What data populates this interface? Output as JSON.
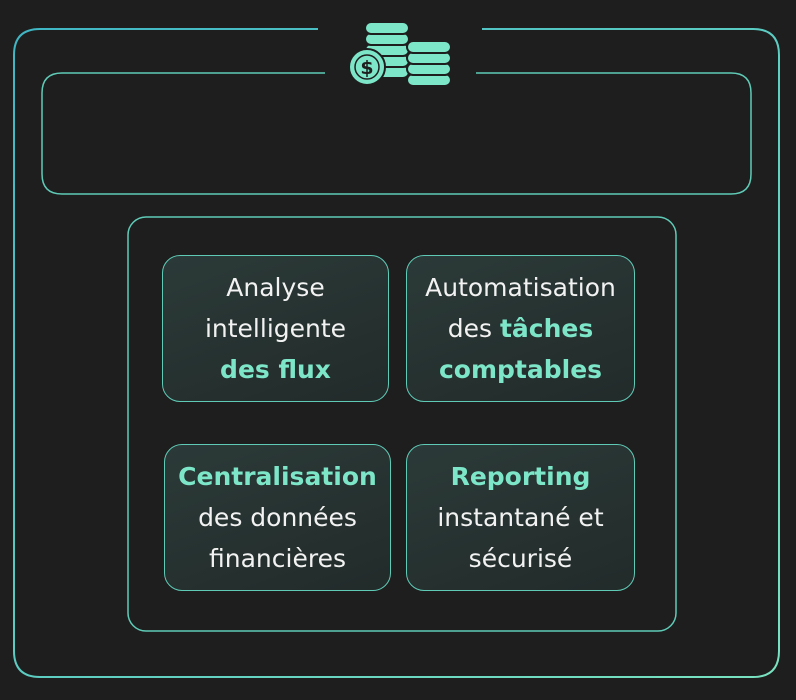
{
  "icon": "stacked-coins-dollar-icon",
  "colors": {
    "background": "#1e1e1e",
    "accent": "#7de6c8",
    "frame_stroke": "#5fcbb7",
    "text": "#f2f2f2"
  },
  "cards": [
    {
      "line1": "Analyse",
      "line2": "intelligente",
      "line3": "des flux",
      "highlight": "line3"
    },
    {
      "line1": "Automatisation",
      "line2_plain": "des ",
      "line2_hl": "tâches",
      "line3": "comptables",
      "highlight": "line2_hl,line3"
    },
    {
      "line1": "Centralisation",
      "line2": "des données",
      "line3": "financières",
      "highlight": "line1"
    },
    {
      "line1": "Reporting",
      "line2": "instantané et",
      "line3": "sécurisé",
      "highlight": "line1"
    }
  ]
}
